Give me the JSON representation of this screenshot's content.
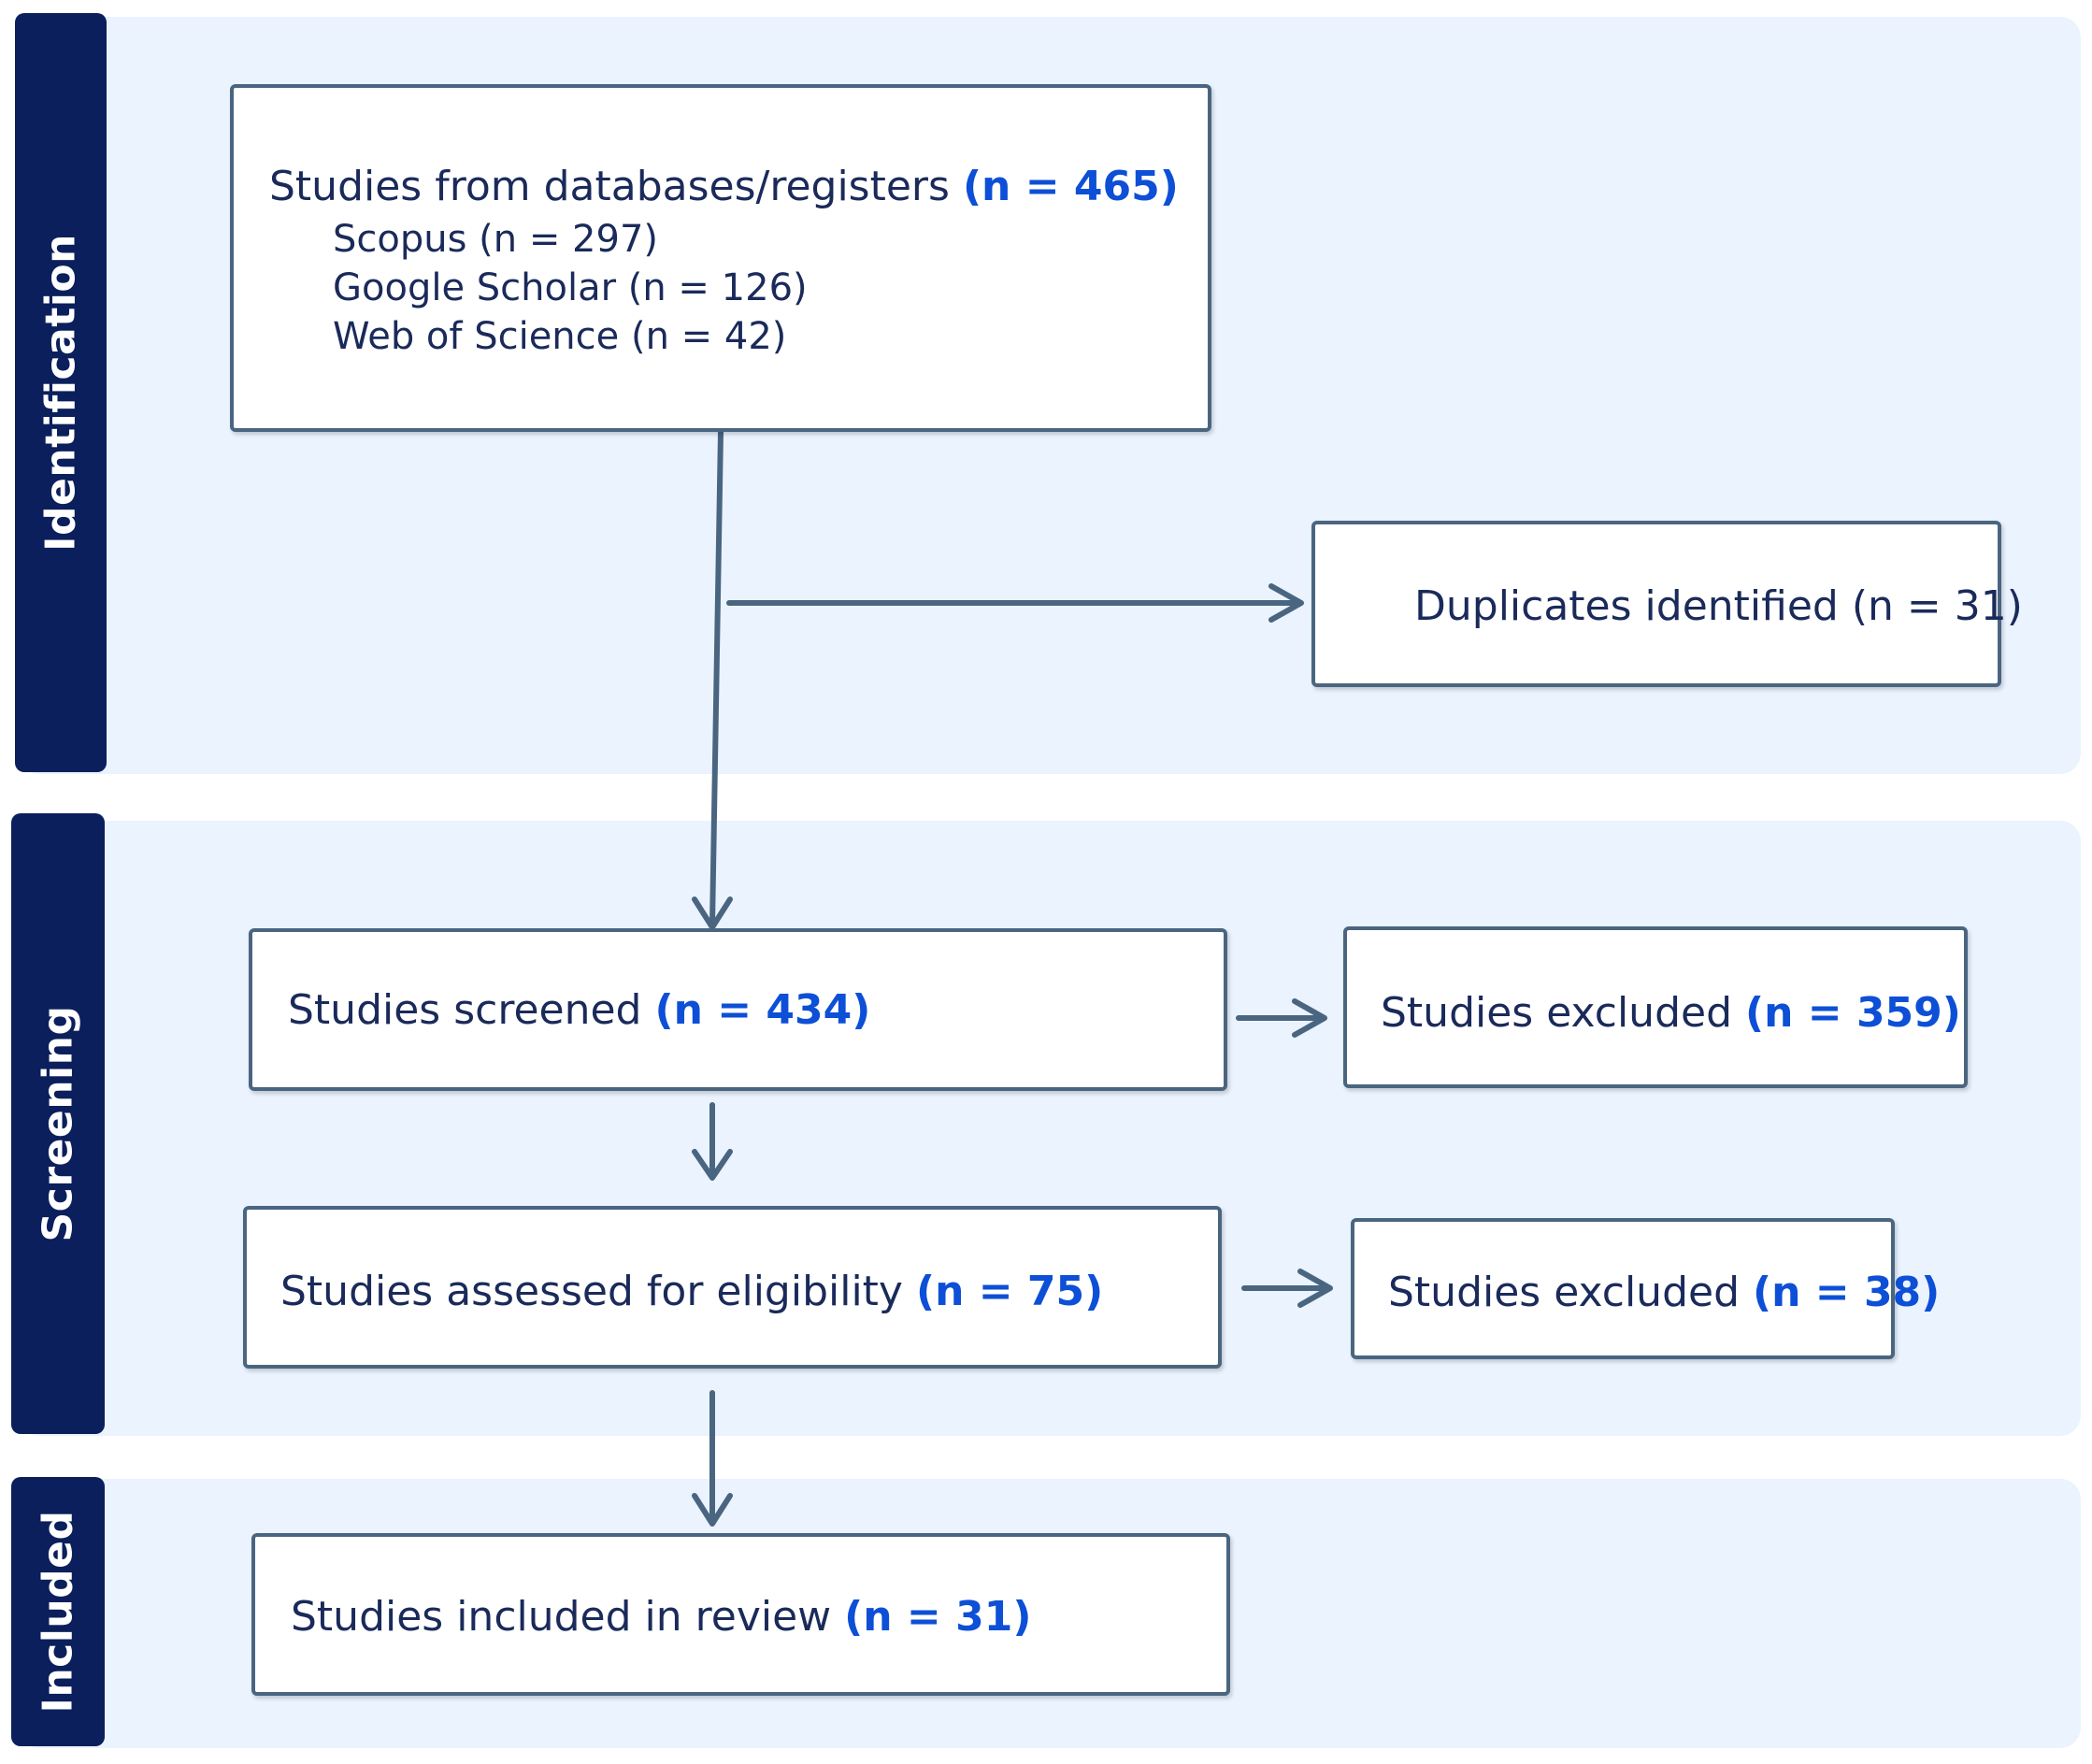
{
  "stages": {
    "identification": "Identification",
    "screening": "Screening",
    "included": "Included"
  },
  "boxes": {
    "databases": {
      "label": "Studies from databases/registers",
      "count": "(n = 465)",
      "sources": [
        "Scopus (n = 297)",
        "Google Scholar (n = 126)",
        "Web of Science (n = 42)"
      ]
    },
    "duplicates": {
      "label": "Duplicates identified (n = 31)"
    },
    "screened": {
      "label": "Studies screened",
      "count": "(n = 434)"
    },
    "excluded_screening": {
      "label": "Studies excluded",
      "count": "(n = 359)"
    },
    "eligibility": {
      "label": "Studies assessed for eligibility",
      "count": "(n = 75)"
    },
    "excluded_eligibility": {
      "label": "Studies excluded",
      "count": "(n = 38)"
    },
    "included": {
      "label": "Studies included in review",
      "count": "(n = 31)"
    }
  },
  "colors": {
    "band": "#eaf3fe",
    "sidebar": "#0b1f5c",
    "border": "#4a6580",
    "text": "#1a2a5a",
    "count": "#0d4fd6",
    "arrow": "#4a6580"
  }
}
